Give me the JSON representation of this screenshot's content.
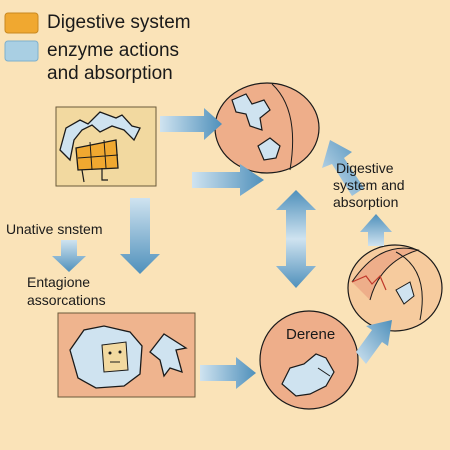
{
  "legend": [
    {
      "label": "Digestive system",
      "color": "#f0a830"
    },
    {
      "label": "enzyme actions",
      "color": "#a9cfe3"
    },
    {
      "label": "and absorption"
    }
  ],
  "labels": {
    "digestive_system_and_absorption_1": "Digestive",
    "digestive_system_and_absorption_2": "system and",
    "digestive_system_and_absorption_3": "absorption",
    "unative_snstem": "Unative snstem",
    "entagione_1": "Entagione",
    "entagione_2": "assorcations",
    "derene": "Derene"
  },
  "colors": {
    "background": "#fae3b8",
    "panel_tan": "#f2d9a0",
    "panel_salmon": "#efb48e",
    "circle": "#eeae8a",
    "blue_light": "#cfe3f0",
    "blue_arrow": "#5b97bf",
    "orange": "#f0a830"
  }
}
